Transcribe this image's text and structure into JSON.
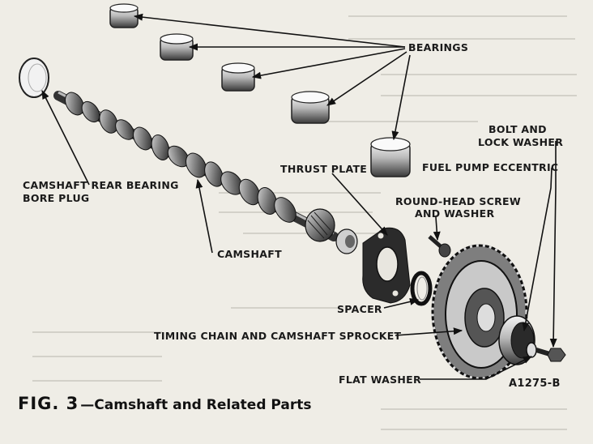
{
  "labels": {
    "bearings": "BEARINGS",
    "bolt_and_lock_washer_line1": "BOLT AND",
    "bolt_and_lock_washer_line2": "LOCK WASHER",
    "fuel_pump_eccentric": "FUEL PUMP ECCENTRIC",
    "thrust_plate": "THRUST PLATE",
    "camshaft_rear_bearing_bore_plug_line1": "CAMSHAFT REAR BEARING",
    "camshaft_rear_bearing_bore_plug_line2": "BORE PLUG",
    "round_head_screw_and_washer_line1": "ROUND-HEAD SCREW",
    "round_head_screw_and_washer_line2": "AND WASHER",
    "camshaft": "CAMSHAFT",
    "spacer": "SPACER",
    "timing_chain_and_camshaft_sprocket": "TIMING CHAIN AND CAMSHAFT SPROCKET",
    "flat_washer": "FLAT WASHER"
  },
  "figure_code": "A1275-B",
  "caption": {
    "fig": "FIG. 3",
    "title": "—Camshaft and Related Parts"
  }
}
